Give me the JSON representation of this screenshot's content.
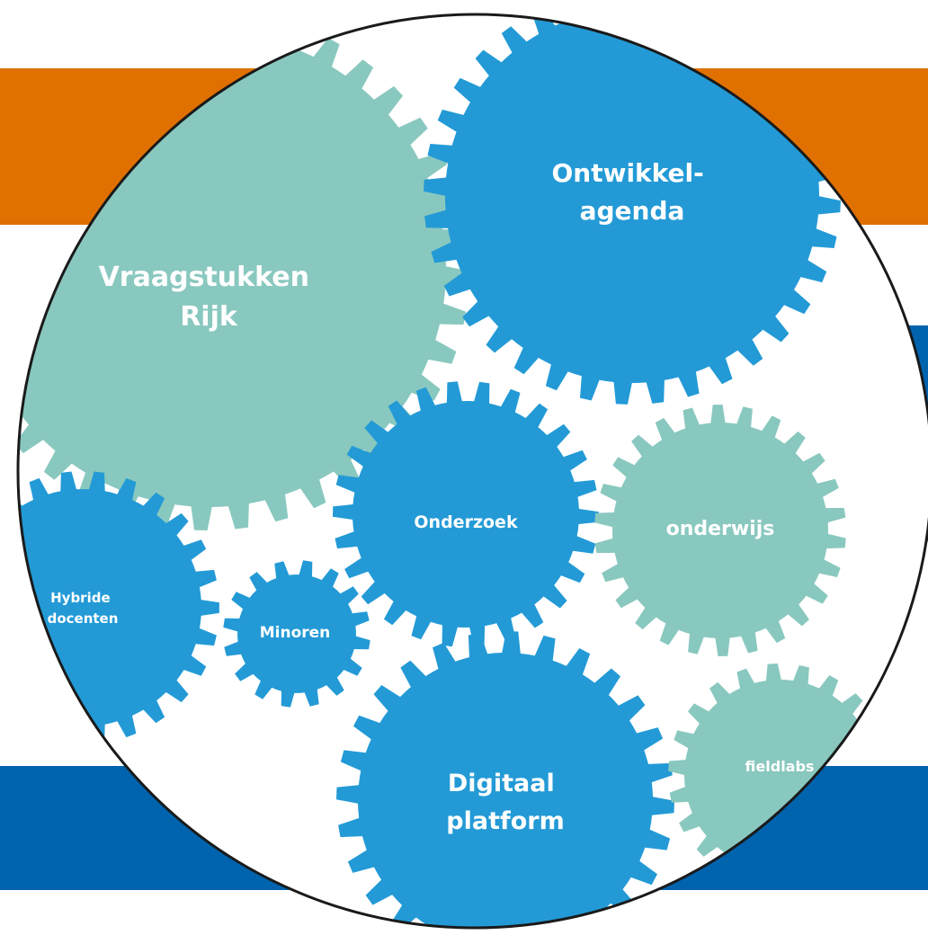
{
  "colors": {
    "background": "#ffffff",
    "orange_band": "#e07000",
    "blue_band": "#0063ad",
    "gear_blue": "#239ad6",
    "gear_teal": "#89c8bf",
    "circle_outline": "#1a1a1a",
    "label_text": "#ffffff"
  },
  "gears": {
    "vraagstukken": {
      "lines": [
        "Vraagstukken",
        "Rijk"
      ],
      "color": "teal"
    },
    "ontwikkel": {
      "lines": [
        "Ontwikkel-",
        "agenda"
      ],
      "color": "blue"
    },
    "onderzoek": {
      "lines": [
        "Onderzoek"
      ],
      "color": "blue"
    },
    "onderwijs": {
      "lines": [
        "onderwijs"
      ],
      "color": "teal"
    },
    "hybride": {
      "lines": [
        "Hybride",
        "docenten"
      ],
      "color": "blue"
    },
    "minoren": {
      "lines": [
        "Minoren"
      ],
      "color": "blue"
    },
    "digitaal": {
      "lines": [
        "Digitaal",
        "platform"
      ],
      "color": "blue"
    },
    "fieldlabs": {
      "lines": [
        "fieldlabs"
      ],
      "color": "teal"
    }
  }
}
